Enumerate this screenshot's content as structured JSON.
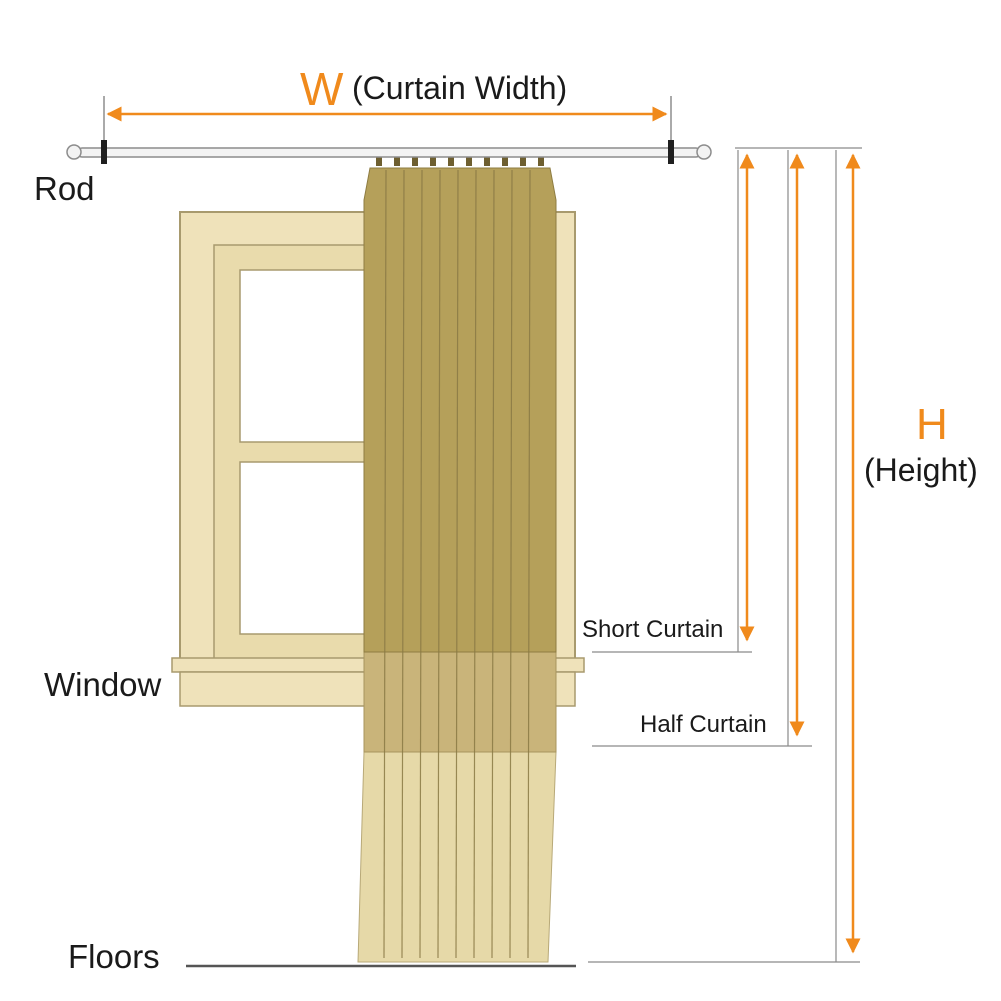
{
  "width_label": {
    "letter": "W",
    "text": "(Curtain Width)"
  },
  "height_label": {
    "letter": "H",
    "text": "(Height)"
  },
  "labels": {
    "rod": "Rod",
    "window": "Window",
    "floors": "Floors",
    "short_curtain": "Short Curtain",
    "half_curtain": "Half Curtain"
  },
  "colors": {
    "accent": "#f08a1c",
    "curtain_upper": "#b5a05a",
    "curtain_middle": "#c9b47a",
    "curtain_lower": "#e6d9a8",
    "window_frame": "#efe2ba",
    "window_outline": "#a89a6e",
    "rod": "#f3f3f3"
  }
}
